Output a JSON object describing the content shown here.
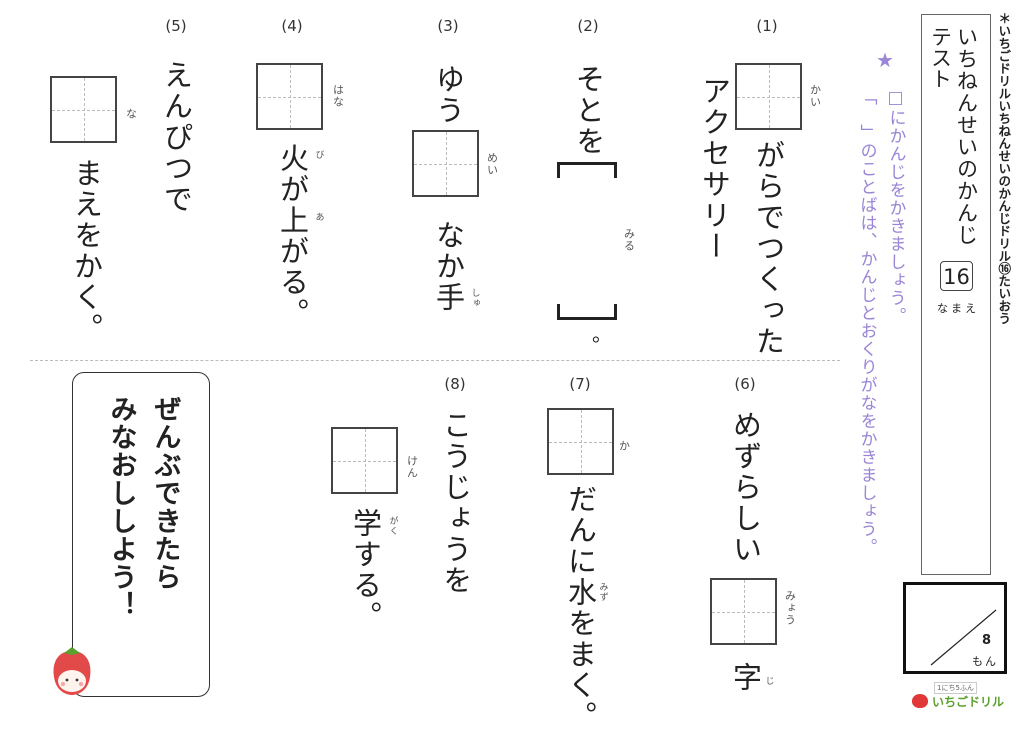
{
  "header": {
    "series_text": "＊いちごドリルいちねんせいのかんじドリル⑯たいおう",
    "title": "いちねんせいのかんじ",
    "subtitle": "テスト",
    "number": "16",
    "name_label": "なまえ"
  },
  "instructions": {
    "star": "★",
    "line1": "□にかんじをかきましょう。",
    "line2": "「　」のことばは、かんじとおくりがなをかきましょう。",
    "color": "#9a85d6"
  },
  "score": {
    "total": "8",
    "unit": "もん"
  },
  "logo": {
    "small": "1にち5ふん",
    "text": "いちごドリル"
  },
  "questions": [
    {
      "num": "(1)",
      "reading": "かい",
      "after": "がらでつくった",
      "second": "アクセサリー"
    },
    {
      "num": "(2)",
      "before": "そとを",
      "reading": "みる",
      "end": "。"
    },
    {
      "num": "(3)",
      "before": "ゆう",
      "reading": "めい",
      "after": "なか手",
      "ruby": "しゅ"
    },
    {
      "num": "(4)",
      "reading": "はな",
      "after": "火が上がる。",
      "ruby1": "び",
      "ruby2": "あ"
    },
    {
      "num": "(5)",
      "before": "えんぴつで",
      "reading": "な",
      "after": "まえをかく。"
    },
    {
      "num": "(6)",
      "before": "めずらしい",
      "reading": "みょう",
      "after": "字",
      "ruby": "じ"
    },
    {
      "num": "(7)",
      "reading": "か",
      "after": "だんに水をまく。",
      "ruby": "みず"
    },
    {
      "num": "(8)",
      "before": "こうじょうを",
      "reading": "けん",
      "after": "学する。",
      "ruby": "がく"
    }
  ],
  "message": {
    "line1": "ぜんぶできたら",
    "line2": "みなおししよう！"
  }
}
